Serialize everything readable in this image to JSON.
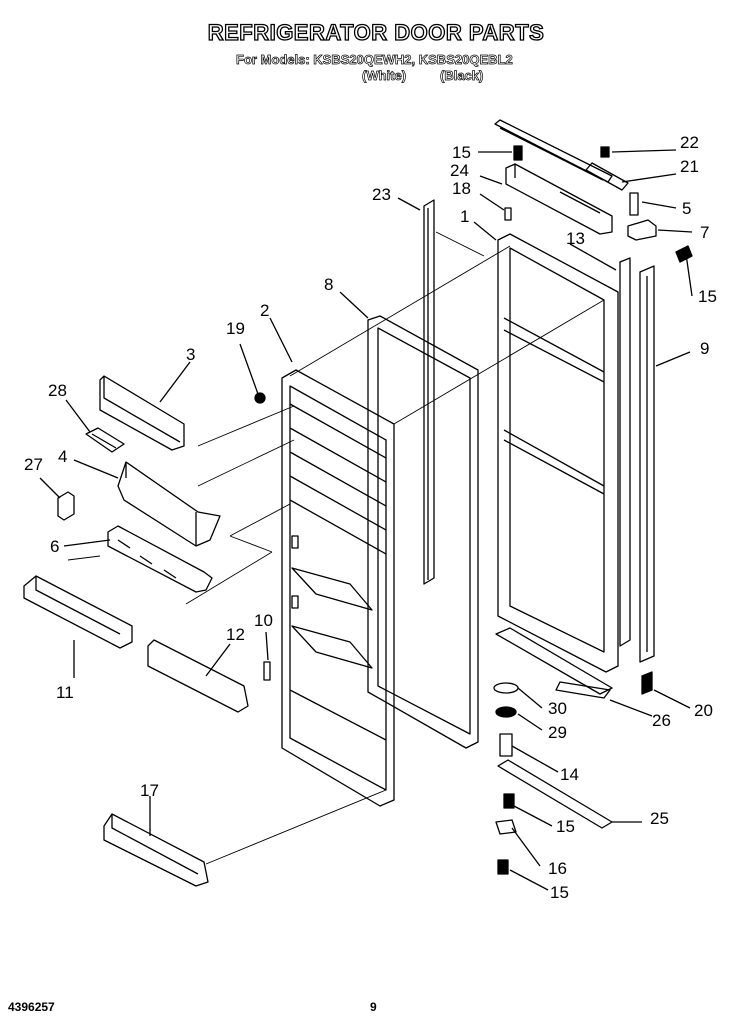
{
  "header": {
    "title": "REFRIGERATOR DOOR PARTS",
    "models_line": "For Models: KSBS20QEWH2, KSBS20QEBL2",
    "variant_white": "(White)",
    "variant_black": "(Black)"
  },
  "callouts": {
    "c1": "1",
    "c2": "2",
    "c3": "3",
    "c4": "4",
    "c5": "5",
    "c6": "6",
    "c7": "7",
    "c8": "8",
    "c9": "9",
    "c10": "10",
    "c11": "11",
    "c12": "12",
    "c13": "13",
    "c14": "14",
    "c15a": "15",
    "c15b": "15",
    "c15c": "15",
    "c15d": "15",
    "c16": "16",
    "c17": "17",
    "c18": "18",
    "c19": "19",
    "c20": "20",
    "c21": "21",
    "c22": "22",
    "c23": "23",
    "c24": "24",
    "c25": "25",
    "c26": "26",
    "c27": "27",
    "c28": "28",
    "c29": "29",
    "c30": "30"
  },
  "footer": {
    "doc_number": "4396257",
    "page_number": "9"
  }
}
